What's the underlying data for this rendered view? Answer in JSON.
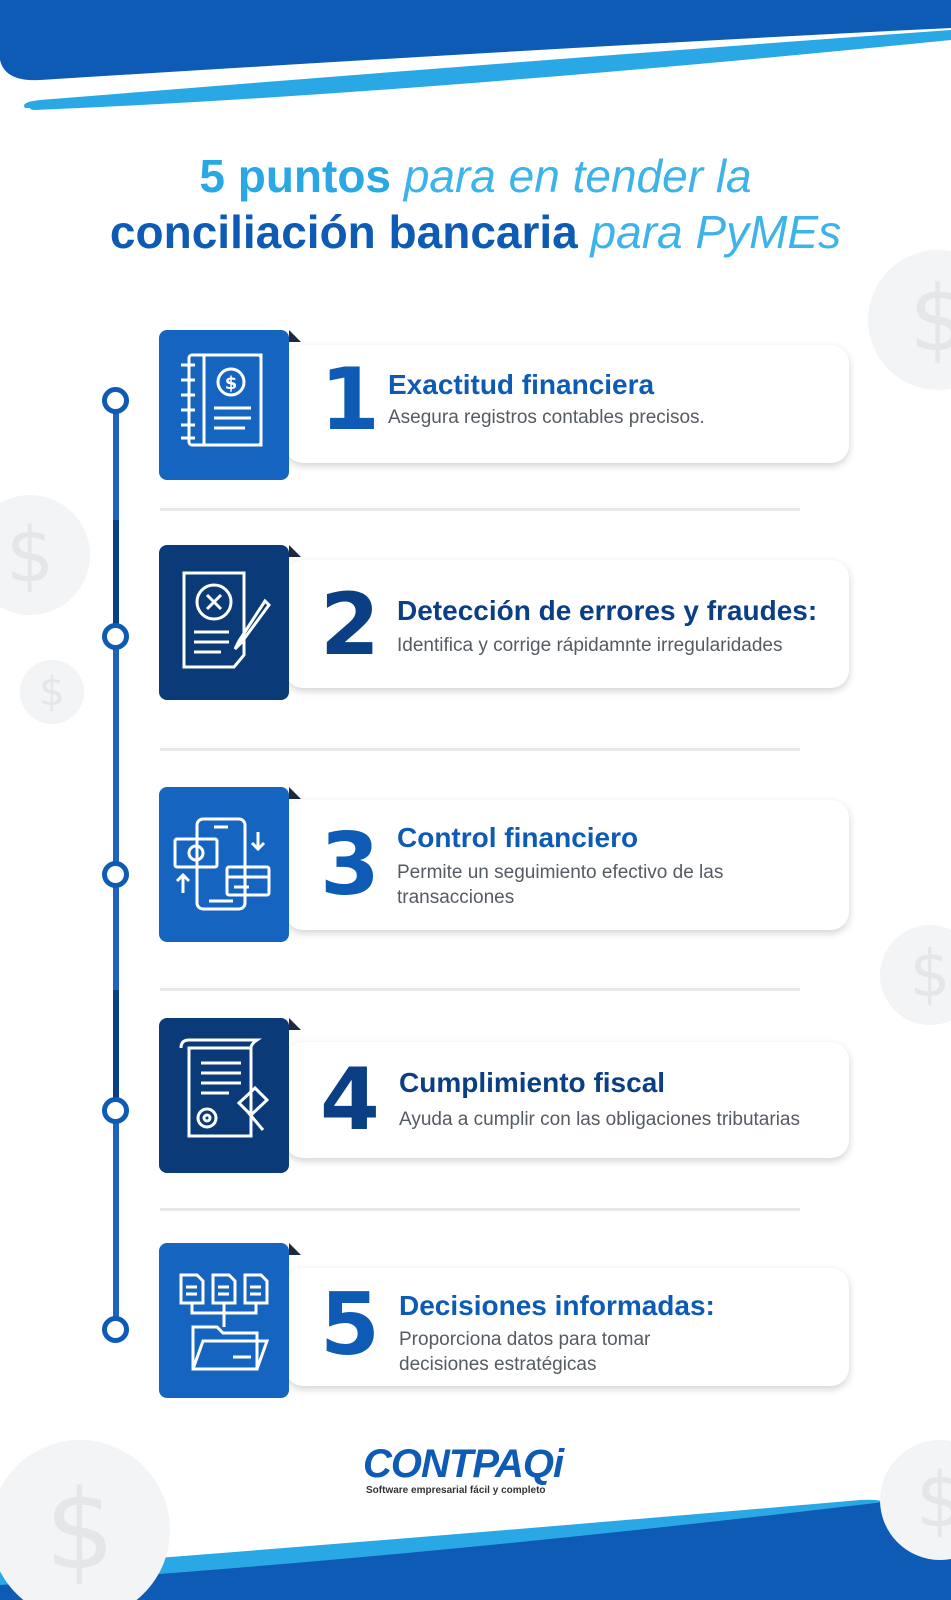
{
  "title": {
    "line1_bold": "5 puntos",
    "line1_italic": "para en tender la",
    "line2_bold": "conciliación bancaria",
    "line2_italic": "para PyMEs"
  },
  "coin_symbol": "$",
  "colors": {
    "dark_blue": "#0b3f84",
    "mid_blue": "#0d5bb5",
    "light_blue": "#2aa8e6",
    "icon_bg_light": "#1565c0",
    "icon_bg_dark": "#0a3a78"
  },
  "items": [
    {
      "number": "1",
      "heading": "Exactitud financiera",
      "description": "Asegura registros contables precisos.",
      "icon": "ledger-dollar-icon"
    },
    {
      "number": "2",
      "heading": "Detección de errores y fraudes:",
      "description": "Identifica y corrige rápidamnte irregularidades",
      "icon": "document-error-pen-icon"
    },
    {
      "number": "3",
      "heading": "Control financiero",
      "description": "Permite un seguimiento efectivo de las transacciones",
      "icon": "mobile-payment-icon"
    },
    {
      "number": "4",
      "heading": "Cumplimiento fiscal",
      "description": "Ayuda a cumplir  con las obligaciones tributarias",
      "icon": "legal-document-gavel-icon"
    },
    {
      "number": "5",
      "heading": "Decisiones informadas:",
      "description": "Proporciona datos para tomar decisiones estratégicas",
      "icon": "documents-folder-icon"
    }
  ],
  "logo": {
    "text": "CONTPAQi",
    "tagline": "Software empresarial fácil y completo"
  }
}
